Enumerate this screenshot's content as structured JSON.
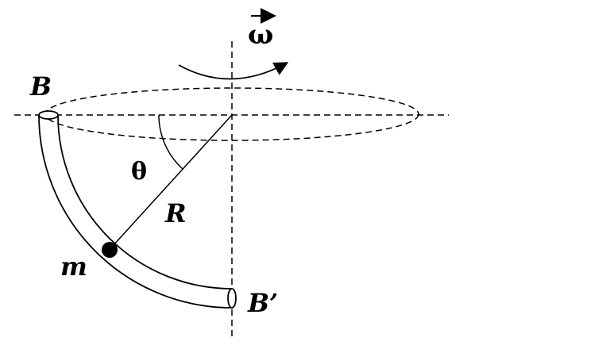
{
  "labels": {
    "omega": "ω",
    "top_point": "B",
    "bottom_point": "B’",
    "angle": "θ",
    "radius": "R",
    "mass": "m"
  }
}
